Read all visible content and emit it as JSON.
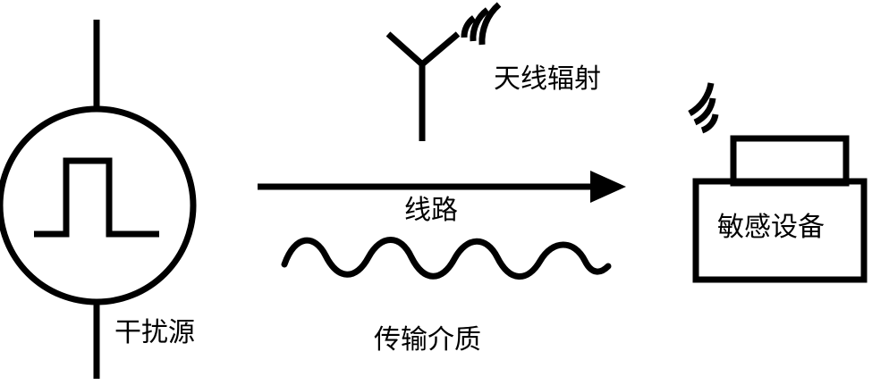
{
  "diagram": {
    "title": "",
    "nodes": {
      "source": {
        "label": "干扰源",
        "icon": "pulse-source-circle-icon"
      },
      "antenna": {
        "label": "天线辐射",
        "icon": "antenna-radiation-icon"
      },
      "line": {
        "label": "线路",
        "icon": "arrow-right-icon"
      },
      "medium": {
        "label": "传输介质",
        "icon": "wave-icon"
      },
      "device": {
        "label": "敏感设备",
        "icon": "sensitive-device-icon"
      }
    },
    "colors": {
      "stroke": "#000000",
      "background": "#ffffff"
    }
  }
}
